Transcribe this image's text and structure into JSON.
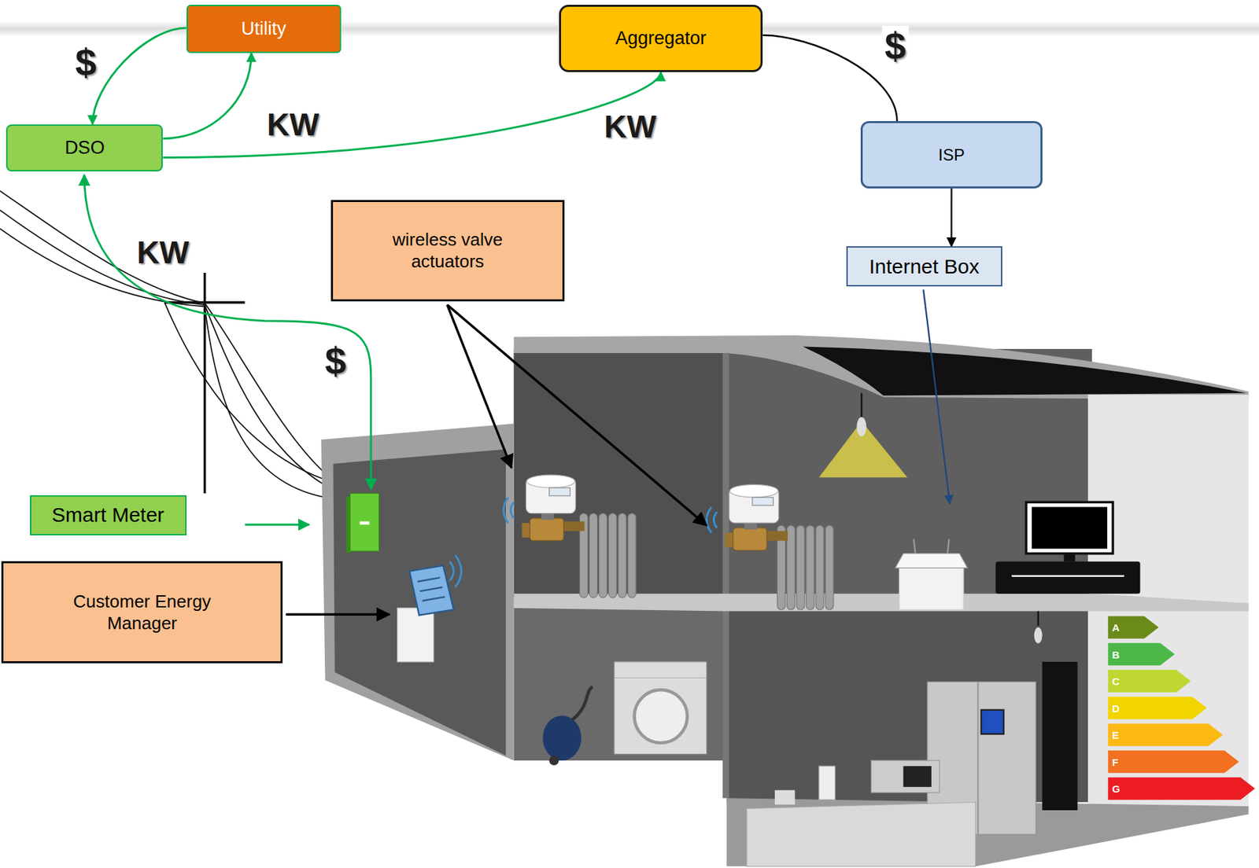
{
  "diagram": {
    "nodes": [
      {
        "text": [
          "Utility"
        ]
      },
      {
        "text": [
          "Aggregator"
        ]
      },
      {
        "text": [
          "DSO"
        ]
      },
      {
        "text": [
          "ISP"
        ]
      },
      {
        "text": [
          "wireless valve actuators"
        ]
      },
      {
        "text": [
          "Internet Box"
        ]
      },
      {
        "text": [
          "Smart Meter"
        ]
      },
      {
        "text": [
          "Customer Energy Manager"
        ]
      }
    ],
    "edges": [
      {
        "from": 0,
        "to": 2,
        "arrow": "to"
      },
      {
        "from": 2,
        "to": 0,
        "arrow": "to"
      },
      {
        "from": 2,
        "to": 1,
        "arrow": "to"
      },
      {
        "from": 1,
        "to": 3,
        "arrow": "none"
      },
      {
        "from": 3,
        "to": 5,
        "arrow": "to"
      }
    ],
    "labels": [
      "$",
      "$",
      "KW",
      "KW",
      "KW",
      "$",
      "A",
      "B",
      "C",
      "D",
      "E",
      "F",
      "G"
    ]
  }
}
